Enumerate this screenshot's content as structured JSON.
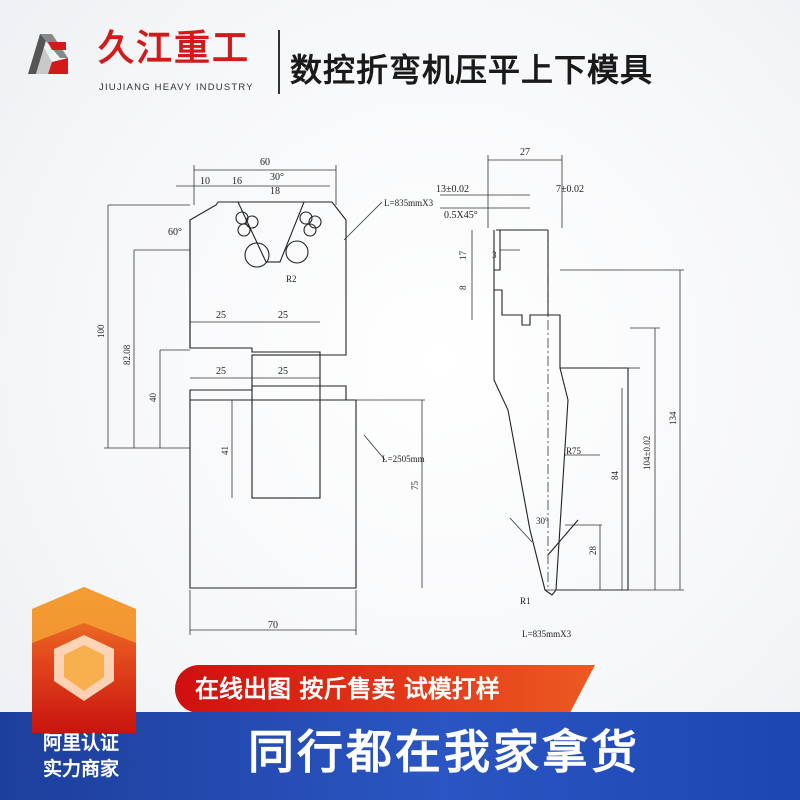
{
  "header": {
    "brand_cn": "久江重工",
    "brand_en": "JIUJIANG HEAVY INDUSTRY",
    "title": "数控折弯机压平上下模具",
    "brand_color": "#d21a1a"
  },
  "drawing": {
    "left_part": {
      "dims": {
        "top_width": "60",
        "angle_top": "30°",
        "d10": "10",
        "d16": "16",
        "d18": "18",
        "angle_left": "60°",
        "length_note": "L=835mmX3",
        "h100": "100",
        "h82": "82.08",
        "h40": "40",
        "w25a": "25",
        "w25b": "25",
        "w25c": "25",
        "w25d": "25",
        "h41": "41",
        "h75": "75",
        "radius": "R2",
        "length_note_lower": "L=2505mm",
        "bottom_width": "70"
      }
    },
    "right_part": {
      "dims": {
        "top_width": "27",
        "tol_left": "13±0.02",
        "tol_right": "7±0.02",
        "chamfer": "0.5X45°",
        "h17": "17",
        "h3": "3",
        "h8": "8",
        "h134": "134",
        "h104": "104±0.02",
        "h84": "84",
        "radius75": "R75",
        "angle30": "30°",
        "h28": "28",
        "r1": "R1",
        "length_note": "L=835mmX3"
      }
    }
  },
  "banners": {
    "red_text": "在线出图 按斤售卖 试模打样",
    "blue_text": "同行都在我家拿货",
    "red_color": "#d81414",
    "blue_color": "#2450be"
  },
  "badge": {
    "line1": "阿里认证",
    "line2": "实力商家",
    "icon": "shield-badge-icon"
  }
}
